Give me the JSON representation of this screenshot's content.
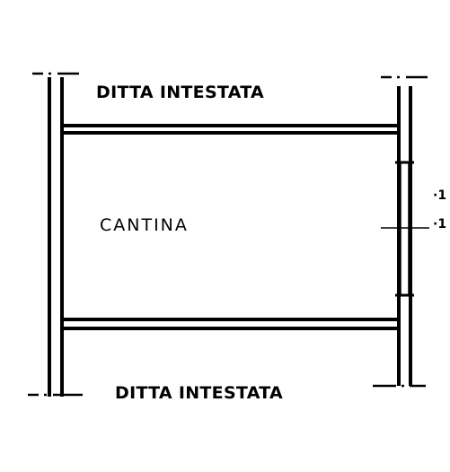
{
  "drawing": {
    "labels": {
      "top_owner": "DITTA INTESTATA",
      "bottom_owner": "DITTA INTESTATA",
      "room": "CANTINA",
      "edge_upper": "·1",
      "edge_lower": "·1"
    },
    "colors": {
      "ink": "#000000",
      "paper": "#ffffff"
    }
  }
}
